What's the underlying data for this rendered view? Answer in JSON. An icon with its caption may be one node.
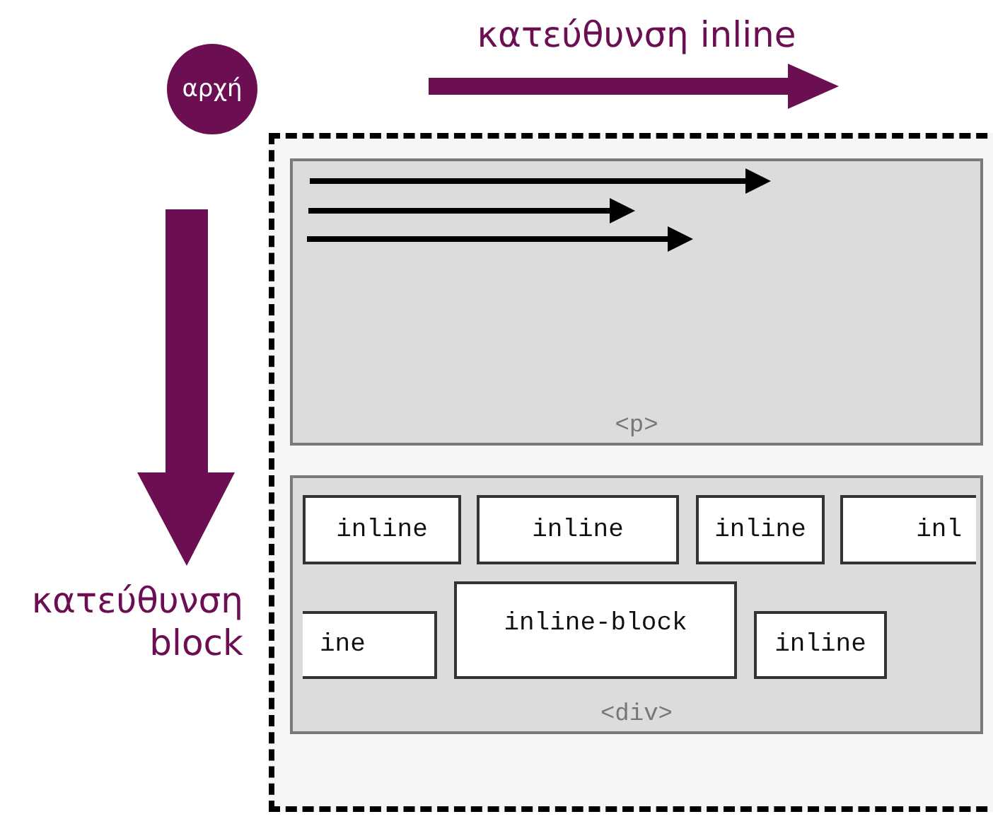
{
  "diagram": {
    "nodes": [
      {
        "text": [
          "αρχή"
        ]
      },
      {
        "text": [],
        "shape": "box"
      },
      {
        "text": [
          "<p>"
        ],
        "in": 1
      },
      {
        "text": [
          "<div>"
        ],
        "in": 1
      },
      {
        "text": [
          "inline"
        ],
        "in": 3
      },
      {
        "text": [
          "inline"
        ],
        "in": 3
      },
      {
        "text": [
          "inline"
        ],
        "in": 3
      },
      {
        "text": [
          "inl"
        ],
        "in": 3
      },
      {
        "text": [
          "ine"
        ],
        "in": 3
      },
      {
        "text": [
          "inline-block"
        ],
        "in": 3
      },
      {
        "text": [
          "inline"
        ],
        "in": 3
      }
    ],
    "labels": [
      "κατεύθυνση inline",
      "κατεύθυνση block"
    ]
  }
}
